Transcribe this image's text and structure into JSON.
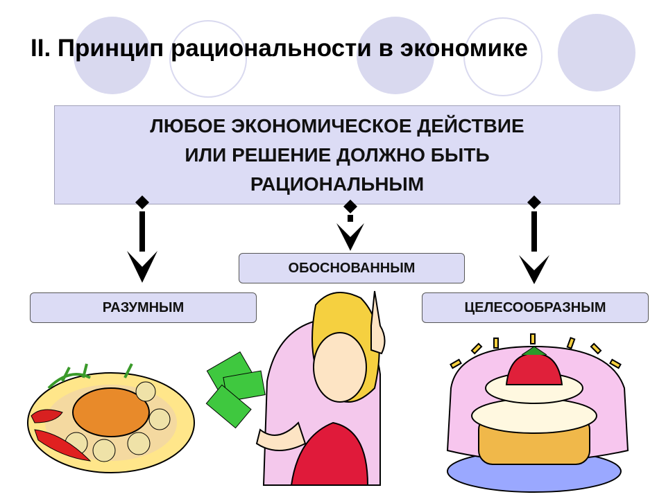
{
  "slide": {
    "title": "II. Принцип рациональности в экономике",
    "main_statement": {
      "lines": [
        "ЛЮБОЕ ЭКОНОМИЧЕСКОЕ ДЕЙСТВИЕ",
        "ИЛИ РЕШЕНИЕ ДОЛЖНО БЫТЬ",
        "РАЦИОНАЛЬНЫМ"
      ]
    },
    "branches": [
      {
        "label": "РАЗУМНЫМ"
      },
      {
        "label": "ОБОСНОВАННЫМ"
      },
      {
        "label": "ЦЕЛЕСООБРАЗНЫМ"
      }
    ]
  },
  "colors": {
    "box_fill": "#dcdcf5",
    "circle_fill": "#d9d9ef"
  }
}
